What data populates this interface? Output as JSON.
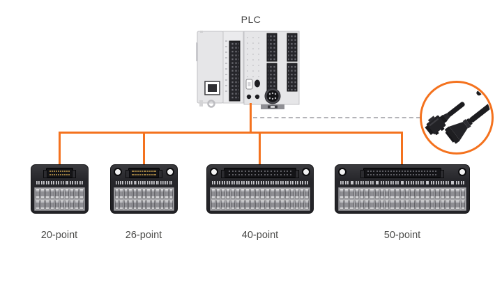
{
  "diagram": {
    "plc": {
      "label": "PLC"
    },
    "terminal_blocks": [
      {
        "label": "20-point",
        "points": 20,
        "columns": 10,
        "mount_holes": false
      },
      {
        "label": "26-point",
        "points": 26,
        "columns": 13,
        "mount_holes": true
      },
      {
        "label": "40-point",
        "points": 40,
        "columns": 20,
        "mount_holes": true
      },
      {
        "label": "50-point",
        "points": 50,
        "columns": 25,
        "mount_holes": true
      }
    ],
    "inset": {
      "icon": "cable-connector-icon"
    },
    "colors": {
      "accent": "#F4721E",
      "tab_orange": "#E0892E",
      "label_text": "#4B4B49"
    }
  }
}
